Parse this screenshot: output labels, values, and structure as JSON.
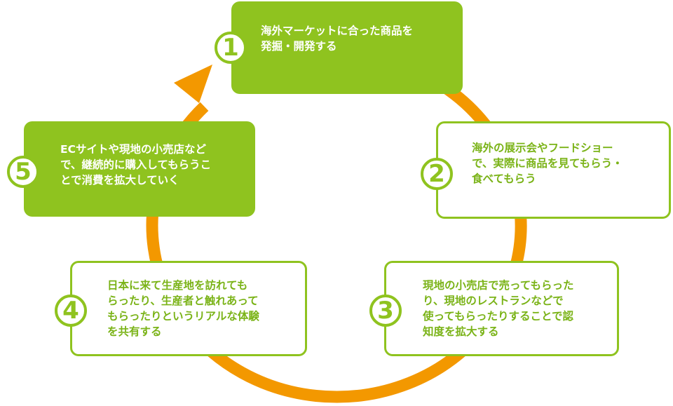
{
  "colors": {
    "green": "#8fc31f",
    "orange": "#f39800",
    "text_green": "#7ab317"
  },
  "steps": [
    {
      "number": "1",
      "text": "海外マーケットに合った商品を\n発掘・開発する",
      "style": "filled"
    },
    {
      "number": "2",
      "text": "海外の展示会やフードショー\nで、実際に商品を見てもらう・\n食べてもらう",
      "style": "outlined"
    },
    {
      "number": "3",
      "text": "現地の小売店で売ってもらった\nり、現地のレストランなどで\n使ってもらったりすることで認\n知度を拡大する",
      "style": "outlined"
    },
    {
      "number": "4",
      "text": "日本に来て生産地を訪れても\nらったり、生産者と触れあって\nもらったりというリアルな体験\nを共有する",
      "style": "outlined"
    },
    {
      "number": "5",
      "text": "ECサイトや現地の小売店など\nで、継続的に購入してもらうこ\nとで消費を拡大していく",
      "style": "filled"
    }
  ]
}
